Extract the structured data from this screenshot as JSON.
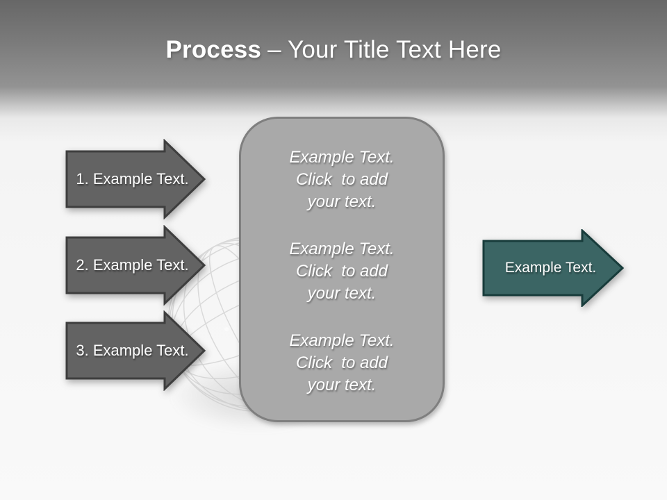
{
  "title": {
    "bold": "Process",
    "rest": "– Your Title Text Here"
  },
  "steps": [
    {
      "label": "1. Example Text."
    },
    {
      "label": "2. Example Text."
    },
    {
      "label": "3. Example Text."
    }
  ],
  "panel": {
    "blocks": [
      {
        "lines": [
          "Example Text.",
          "Click  to add",
          "your text."
        ]
      },
      {
        "lines": [
          "Example Text.",
          "Click  to add",
          "your text."
        ]
      },
      {
        "lines": [
          "Example Text.",
          "Click  to add",
          "your text."
        ]
      }
    ]
  },
  "output_arrow": {
    "label": "Example Text."
  },
  "colors": {
    "step_arrow_fill": "#636363",
    "step_arrow_border": "#3e3e3e",
    "output_arrow_fill": "#3b6564",
    "output_arrow_border": "#183c3b",
    "panel_fill": "#a9a9a9",
    "panel_border": "#7f7f7f",
    "header_gray_top": "#676767",
    "header_gray_bottom": "#939393",
    "canvas_background": "#f9f9f9",
    "text": "#ffffff"
  }
}
